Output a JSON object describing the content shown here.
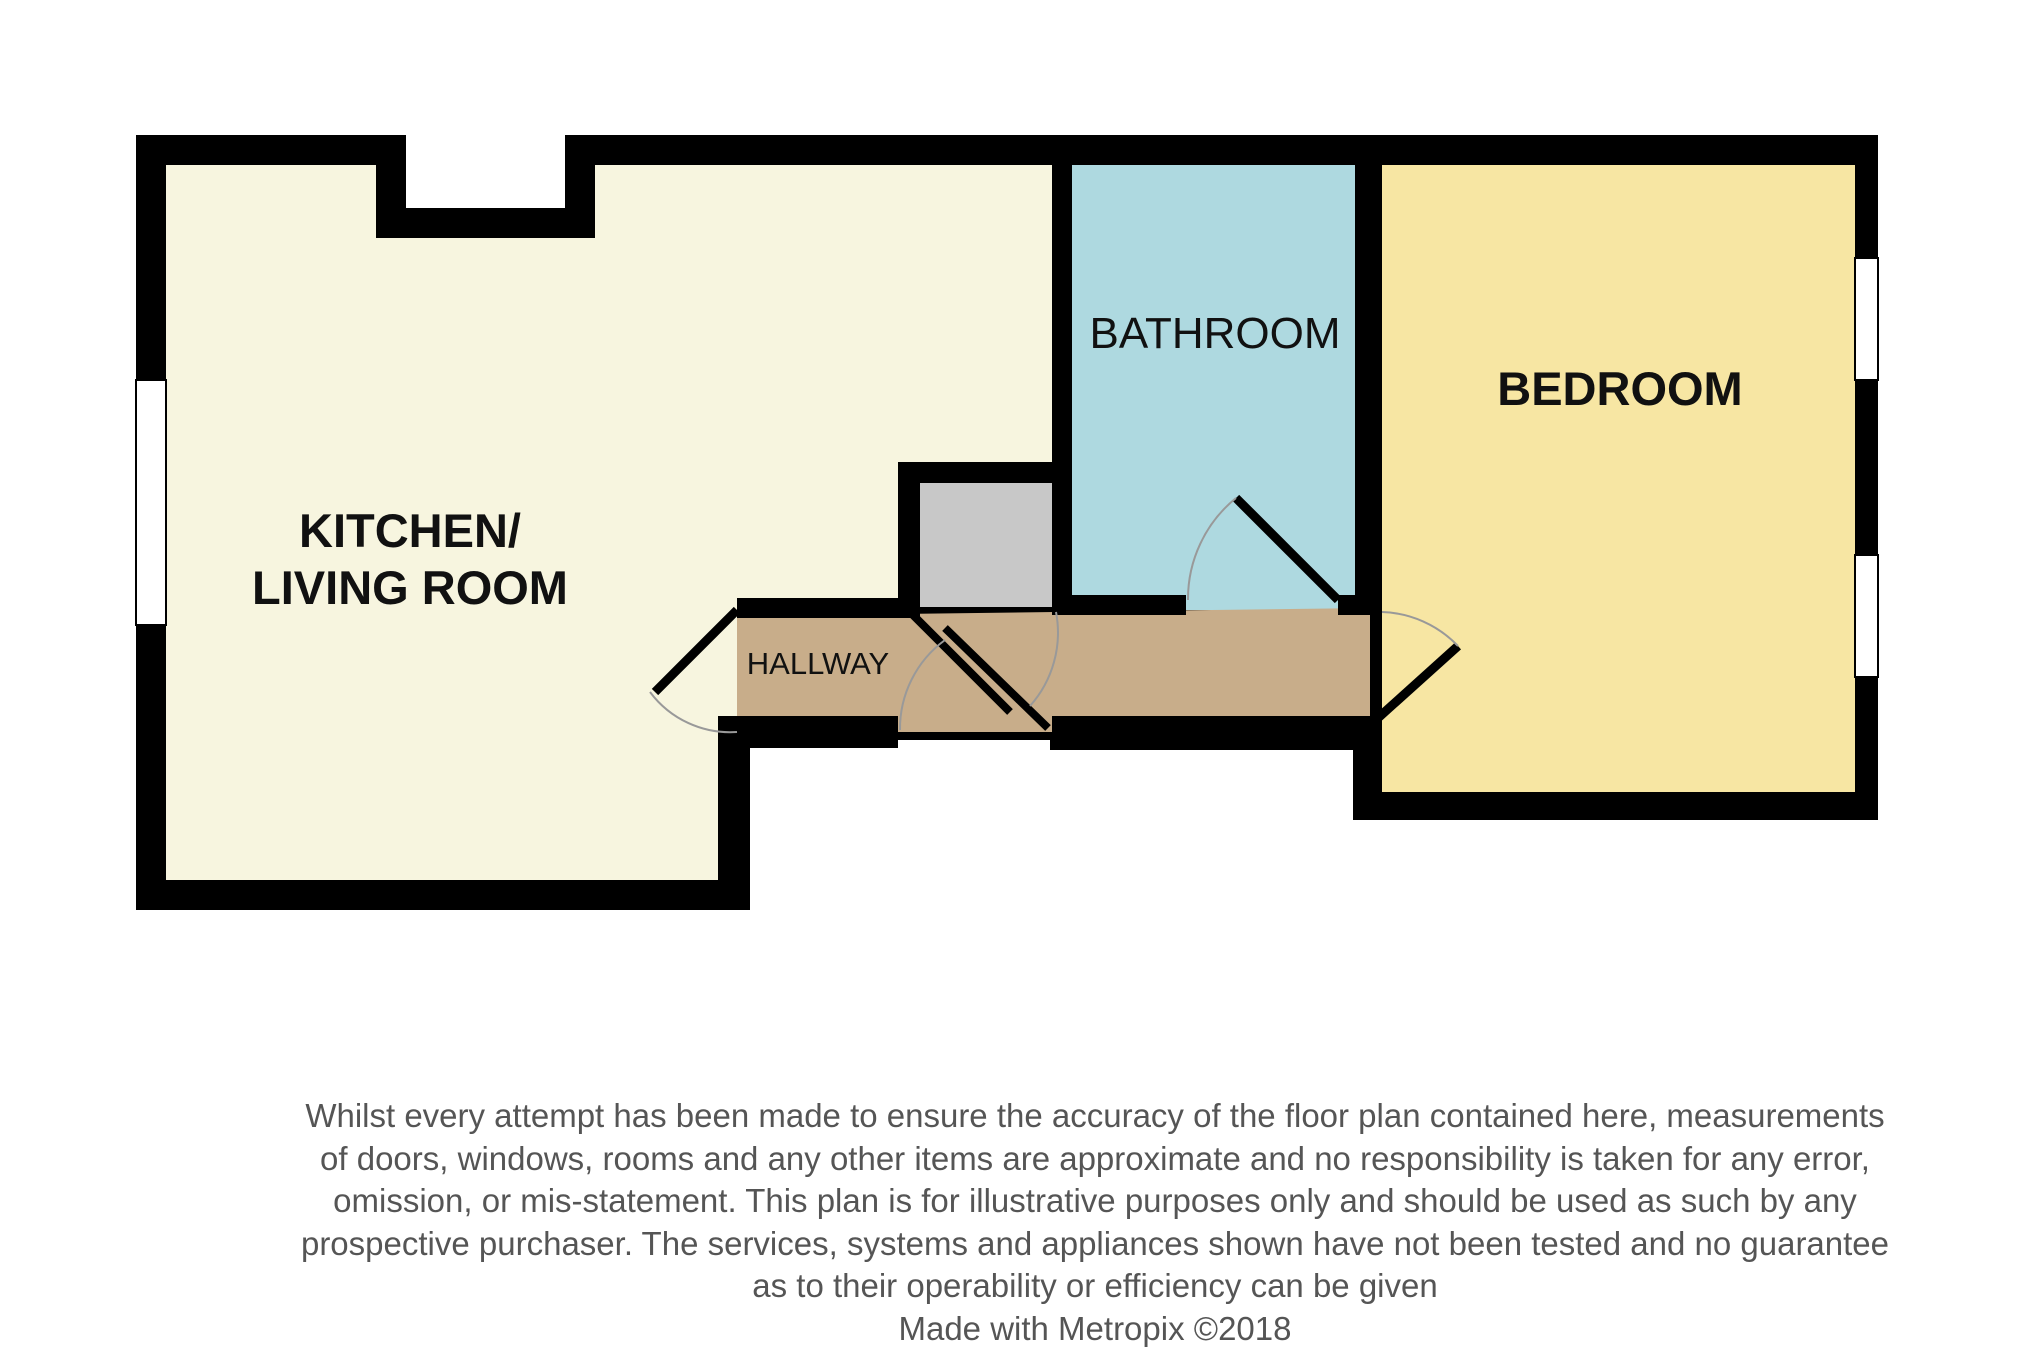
{
  "rooms": {
    "kitchen_line1": "KITCHEN/",
    "kitchen_line2": "LIVING ROOM",
    "bathroom": "BATHROOM",
    "bedroom": "BEDROOM",
    "hallway": "HALLWAY"
  },
  "colors": {
    "wall": "#000000",
    "kitchen_fill": "#f7f5df",
    "bathroom_fill": "#aed9e0",
    "bedroom_fill": "#f7e6a3",
    "hallway_fill": "#c8ad8a",
    "cupboard_fill": "#c8c8c8",
    "window": "#ffffff",
    "door_swing": "#999999"
  },
  "disclaimer": {
    "lines": [
      "Whilst every attempt has been made to ensure the accuracy of the floor plan contained here, measurements",
      "of doors, windows, rooms and any other items are approximate and no responsibility is taken for any error,",
      "omission, or mis-statement. This plan is for illustrative purposes only and should be used as such by any",
      "prospective purchaser. The services, systems and appliances shown have not been tested and no guarantee",
      "as to their operability or efficiency can be given"
    ],
    "credit": "Made with Metropix ©2018"
  }
}
